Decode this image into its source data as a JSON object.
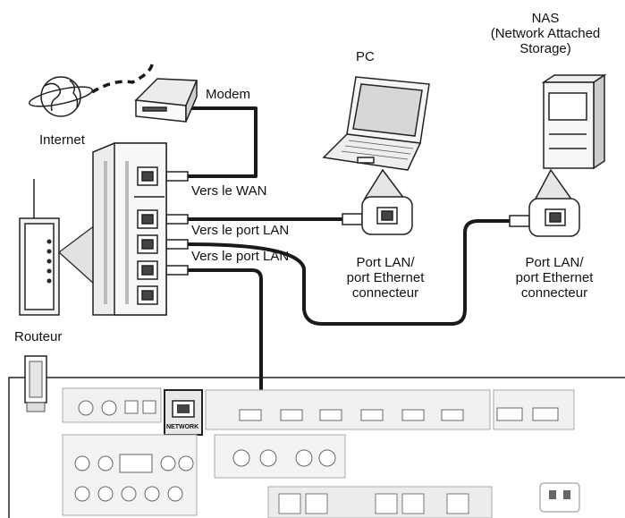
{
  "labels": {
    "modem": "Modem",
    "internet": "Internet",
    "pc": "PC",
    "nas_line1": "NAS",
    "nas_line2": "(Network Attached",
    "nas_line3": "Storage)",
    "router": "Routeur",
    "to_wan": "Vers le WAN",
    "to_lan_1": "Vers le port LAN",
    "to_lan_2": "Vers le port LAN",
    "pc_port_line1": "Port LAN/",
    "pc_port_line2": "port Ethernet",
    "pc_port_line3": "connecteur",
    "nas_port_line1": "Port LAN/",
    "nas_port_line2": "port Ethernet",
    "nas_port_line3": "connecteur",
    "network_jack": "NETWORK"
  }
}
